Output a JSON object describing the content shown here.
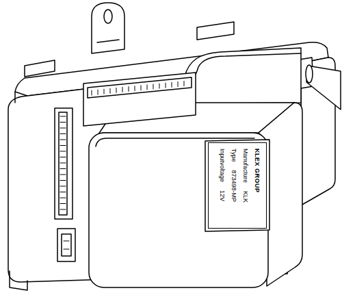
{
  "diagram": {
    "nodes": [
      {
        "text": [
          "KLEX GROUP",
          "Manufacture",
          "KLK",
          "Type",
          "873498-MP",
          "Inputvoltage",
          "12V"
        ]
      }
    ]
  }
}
